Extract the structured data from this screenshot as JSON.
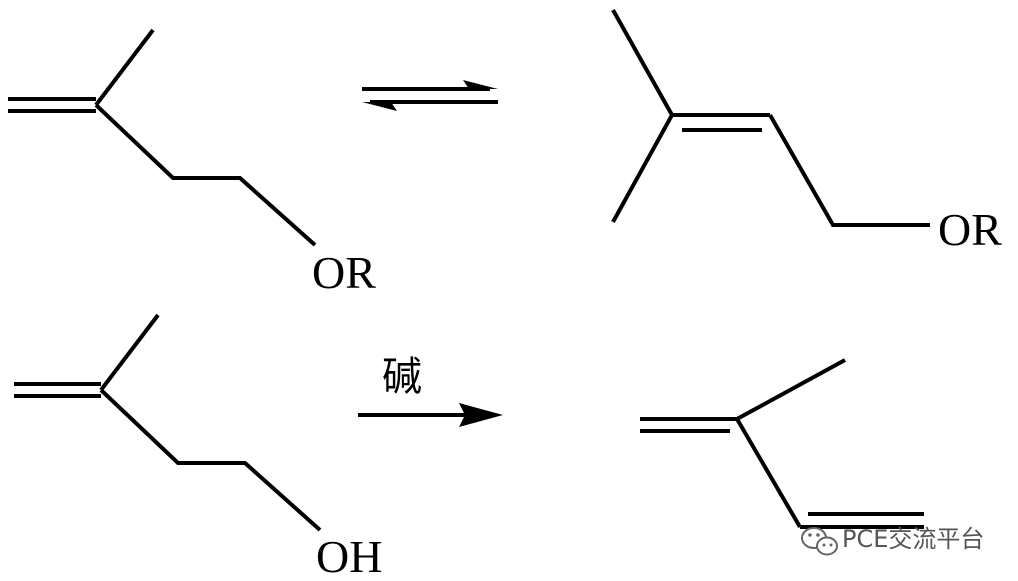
{
  "reactions": [
    {
      "reactant": {
        "substituent_label": "OR"
      },
      "arrow": "equilibrium",
      "reagent": "",
      "product": {
        "substituent_label": "OR"
      }
    },
    {
      "reactant": {
        "substituent_label": "OH"
      },
      "arrow": "forward",
      "reagent": "碱",
      "product": {
        "substituent_label": ""
      }
    }
  ],
  "watermark": {
    "icon": "wechat-icon",
    "text": "PCE交流平台"
  },
  "colors": {
    "bonds": "#000000",
    "watermark": "#555555"
  }
}
